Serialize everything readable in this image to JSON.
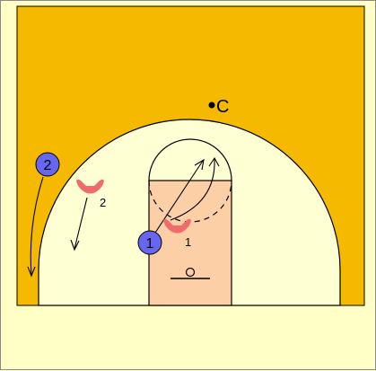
{
  "diagram": {
    "coach_label": "C",
    "offense": [
      {
        "number": "1"
      },
      {
        "number": "2"
      }
    ],
    "defense": [
      {
        "number": "1"
      },
      {
        "number": "2"
      }
    ]
  },
  "colors": {
    "page_bg": "#ffffc6",
    "court_outer": "#f5b900",
    "court_inner": "#ffffd4",
    "paint": "#fccfa6",
    "offense_fill": "#6666ee",
    "defense_fill": "#f06b6b",
    "line": "#000000"
  }
}
